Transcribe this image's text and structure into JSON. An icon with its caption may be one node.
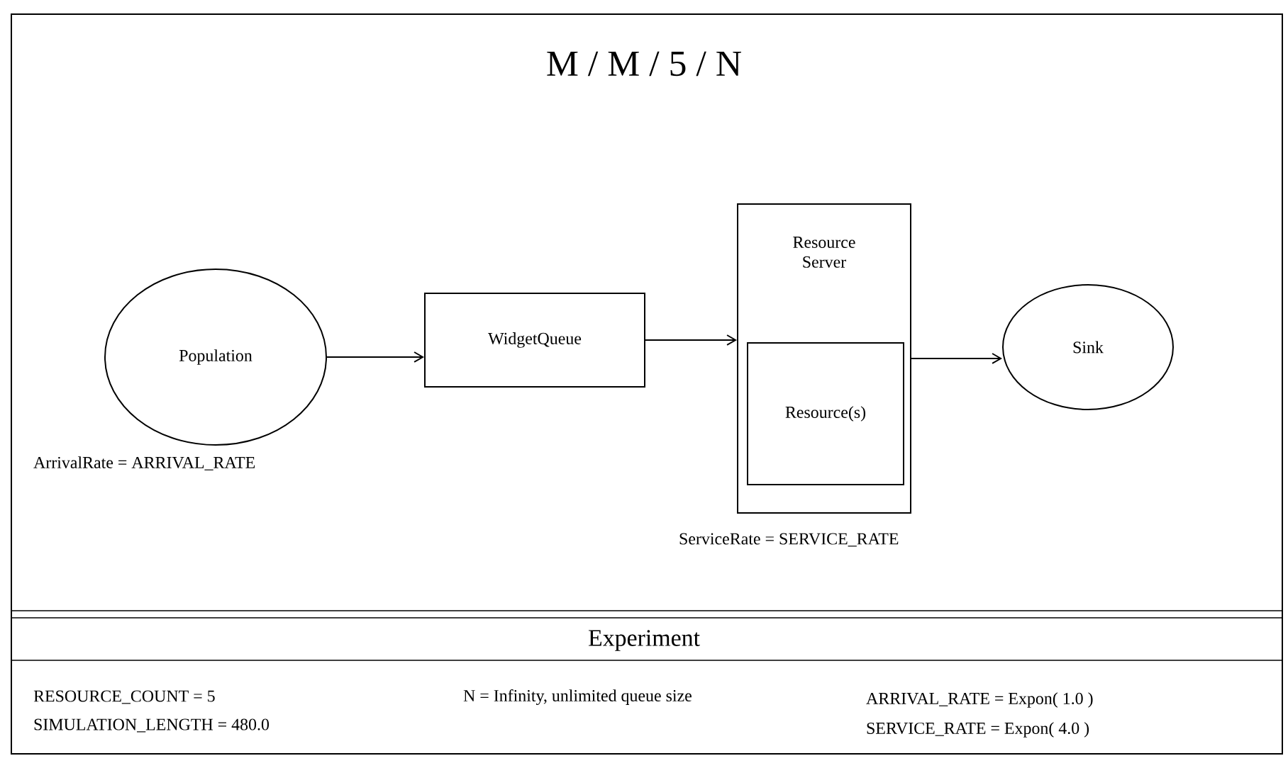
{
  "diagram": {
    "title": "M / M / 5 / N",
    "nodes": [
      {
        "text": [
          "Population"
        ],
        "beside": [
          "ArrivalRate = ARRIVAL_RATE"
        ]
      },
      {
        "text": [
          "WidgetQueue"
        ]
      },
      {
        "text": [
          "Resource Server"
        ],
        "beside": [
          "ServiceRate = SERVICE_RATE"
        ]
      },
      {
        "text": [
          "Resource(s)"
        ],
        "in": 2
      },
      {
        "text": [
          "Sink"
        ]
      }
    ],
    "edges": [
      {
        "from": 0,
        "to": 1,
        "arrow": "to"
      },
      {
        "from": 1,
        "to": 2,
        "arrow": "to"
      },
      {
        "from": 2,
        "to": 4,
        "arrow": "to"
      }
    ],
    "labels": [
      "Experiment",
      "RESOURCE_COUNT = 5",
      "SIMULATION_LENGTH = 480.0",
      "N = Infinity, unlimited queue size",
      "ARRIVAL_RATE = Expon( 1.0 )",
      "SERVICE_RATE = Expon( 4.0 )"
    ]
  }
}
